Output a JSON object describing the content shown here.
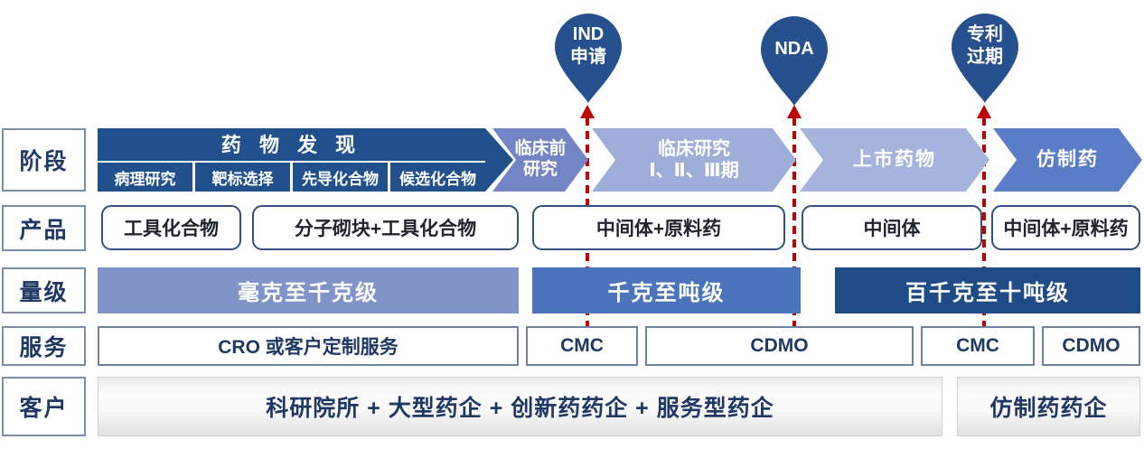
{
  "palette": {
    "dark_navy": "#21508D",
    "balloon_navy": "#27508E",
    "mid_blue": "#4C74BC",
    "periwinkle_bar": "#8094C9",
    "preclinical_blue": "#7485C5",
    "clinical_light": "#9FAED8",
    "marketed_pale": "#A6B3DC",
    "generic_blue": "#5B7DC8",
    "milestone_red": "#C00000",
    "text_navy": "#1F3864"
  },
  "milestones": [
    {
      "name": "ind-application",
      "line1": "IND",
      "line2": "申请"
    },
    {
      "name": "nda",
      "line1": "NDA",
      "line2": ""
    },
    {
      "name": "patent-expiry",
      "line1": "专利",
      "line2": "过期"
    }
  ],
  "row_labels": {
    "stage": "阶段",
    "product": "产品",
    "scale": "量级",
    "service": "服务",
    "customer": "客户"
  },
  "stage": {
    "discovery_title": "药 物 发 现",
    "discovery_substeps": [
      "病理研究",
      "靶标选择",
      "先导化合物",
      "候选化合物"
    ],
    "preclinical_line1": "临床前",
    "preclinical_line2": "研究",
    "clinical_line1": "临床研究",
    "clinical_line2": "Ⅰ、Ⅱ、Ⅲ期",
    "marketed": "上市药物",
    "generic": "仿制药"
  },
  "product": [
    "工具化合物",
    "分子砌块+工具化合物",
    "中间体+原料药",
    "中间体",
    "中间体+原料药"
  ],
  "scale": [
    "毫克至千克级",
    "千克至吨级",
    "百千克至十吨级"
  ],
  "service": [
    "CRO 或客户定制服务",
    "CMC",
    "CDMO",
    "CMC",
    "CDMO"
  ],
  "customer": [
    "科研院所 + 大型药企 + 创新药药企 + 服务型药企",
    "仿制药药企"
  ]
}
